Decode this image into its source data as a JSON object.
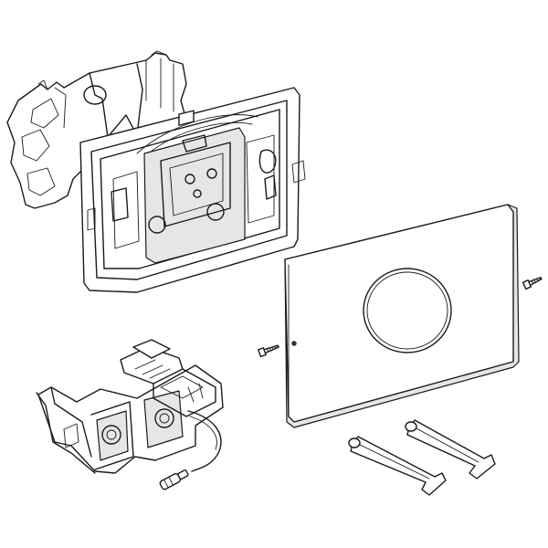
{
  "diagram": {
    "parts": [
      {
        "id": "bracket",
        "icon": "mounting-bracket-icon"
      },
      {
        "id": "frame",
        "icon": "mounting-frame-icon"
      },
      {
        "id": "cover",
        "icon": "cover-plate-icon"
      },
      {
        "id": "sensor-ring",
        "icon": "sensor-ring-icon"
      },
      {
        "id": "screw-right",
        "icon": "screw-icon"
      },
      {
        "id": "screw-left",
        "icon": "screw-icon"
      },
      {
        "id": "electronics",
        "icon": "control-unit-icon"
      },
      {
        "id": "cable",
        "icon": "cable-icon"
      },
      {
        "id": "connector",
        "icon": "plug-icon"
      },
      {
        "id": "rod-left",
        "icon": "actuation-rod-icon"
      },
      {
        "id": "rod-right",
        "icon": "actuation-rod-icon"
      }
    ],
    "colors": {
      "line": "#1a1a1a",
      "fill": "#ffffff",
      "shade": "#e6e6e6"
    }
  }
}
